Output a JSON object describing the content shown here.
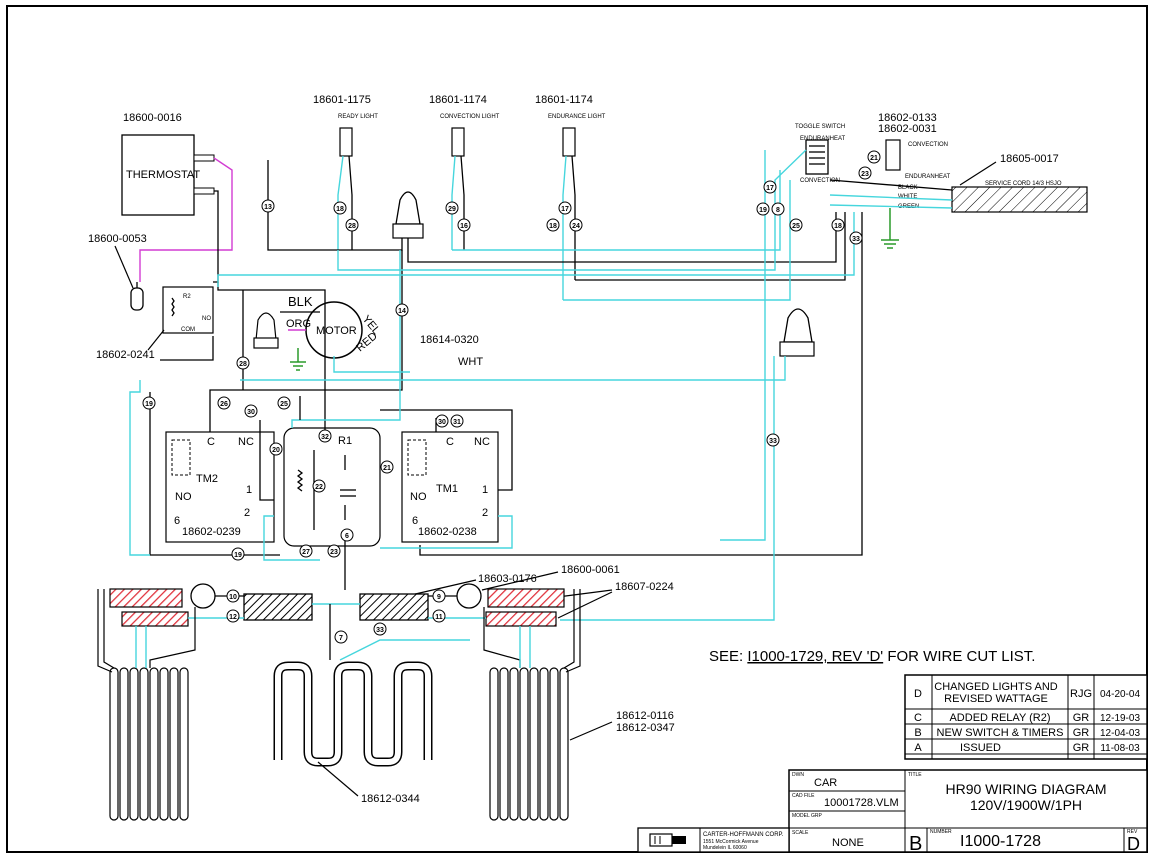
{
  "parts": {
    "thermostat_pn": "18600-0016",
    "thermostat_label": "THERMOSTAT",
    "probe_pn": "18600-0053",
    "relay_r2_pn": "18602-0241",
    "relay_r2_label": "R2",
    "relay_r2_com": "COM",
    "relay_r2_no": "NO",
    "ready_light_pn": "18601-1175",
    "ready_light_label": "READY LIGHT",
    "convection_light_pn": "18601-1174",
    "convection_light_label": "CONVECTION LIGHT",
    "endurance_light_pn": "18601-1174",
    "endurance_light_label": "ENDURANCE LIGHT",
    "toggle_switch_label": "TOGGLE SWITCH",
    "toggle_switch_pn1": "18602-0133",
    "toggle_switch_pn2": "18602-0031",
    "switch_endurance": "ENDURANHEAT",
    "switch_convection": "CONVECTION",
    "convection_label": "CONVECTION",
    "endurance_label": "ENDURANHEAT",
    "service_cord_pn": "18605-0017",
    "service_cord_label": "SERVICE CORD 14/3 HSJO",
    "wire_black": "BLACK",
    "wire_white": "WHITE",
    "wire_green": "GREEN",
    "motor_label": "MOTOR",
    "motor_pn": "18614-0320",
    "motor_blk": "BLK",
    "motor_org": "ORG",
    "motor_yel": "YEL",
    "motor_red": "RED",
    "motor_wht": "WHT",
    "tm2_label": "TM2",
    "tm2_pn": "18602-0239",
    "tm1_label": "TM1",
    "tm1_pn": "18602-0238",
    "timer_c": "C",
    "timer_nc": "NC",
    "timer_no": "NO",
    "timer_1": "1",
    "timer_2": "2",
    "timer_6": "6",
    "relay_r1_label": "R1",
    "heater_pn": "18603-0176",
    "hilimit_pn": "18600-0061",
    "hilimit2_pn": "18607-0224",
    "coil_pn1": "18612-0116",
    "coil_pn2": "18612-0347",
    "element_pn": "18612-0344"
  },
  "see_note_prefix": "SEE: ",
  "see_note_ref": "I1000-1729, REV 'D'",
  "see_note_suffix": " FOR WIRE CUT LIST.",
  "wire_numbers": {
    "n13": "13",
    "n18a": "18",
    "n28a": "28",
    "n29": "29",
    "n16": "16",
    "n18b": "18",
    "n17a": "17",
    "n24": "24",
    "n17b": "17",
    "n19a": "19",
    "n8": "8",
    "n25": "25",
    "n18c": "18",
    "n21a": "21",
    "n23a": "23",
    "n33a": "33",
    "n14": "14",
    "n28b": "28",
    "n19b": "19",
    "n26": "26",
    "n30a": "30",
    "n25b": "25",
    "n20": "20",
    "n32": "32",
    "n22": "22",
    "n21b": "21",
    "n30b": "30",
    "n31": "31",
    "n27": "27",
    "n23b": "23",
    "n6": "6",
    "n19c": "19",
    "n33b": "33",
    "n10": "10",
    "n12": "12",
    "n9": "9",
    "n11": "11",
    "n7": "7",
    "n33c": "33"
  },
  "revisions": [
    {
      "rev": "D",
      "desc": "CHANGED LIGHTS AND REVISED WATTAGE",
      "by": "RJG",
      "date": "04-20-04"
    },
    {
      "rev": "C",
      "desc": "ADDED RELAY (R2)",
      "by": "GR",
      "date": "12-19-03"
    },
    {
      "rev": "B",
      "desc": "NEW SWITCH & TIMERS",
      "by": "GR",
      "date": "12-04-03"
    },
    {
      "rev": "A",
      "desc": "ISSUED",
      "by": "GR",
      "date": "11-08-03"
    }
  ],
  "title_block": {
    "drawn_by_label": "DWN",
    "drawn_by": "CAR",
    "cad_file_label": "CAD FILE",
    "cad_file": "10001728.VLM",
    "model_label": "MODEL GRP",
    "scale_label": "SCALE",
    "scale": "NONE",
    "title_label": "TITLE",
    "title_line1": "HR90 WIRING DIAGRAM",
    "title_line2": "120V/1900W/1PH",
    "size": "B",
    "number_label": "NUMBER",
    "number": "I1000-1728",
    "rev_label": "REV",
    "rev": "D",
    "company": "CARTER-HOFFMANN CORP.",
    "company_addr1": "1551 McCormick Avenue",
    "company_addr2": "Mundelein IL 60060"
  },
  "colors": {
    "wire_cyan": "#46d6dd",
    "wire_magenta": "#d23cd2",
    "wire_green": "#2a9a2a",
    "heater_red": "#e0303a"
  }
}
